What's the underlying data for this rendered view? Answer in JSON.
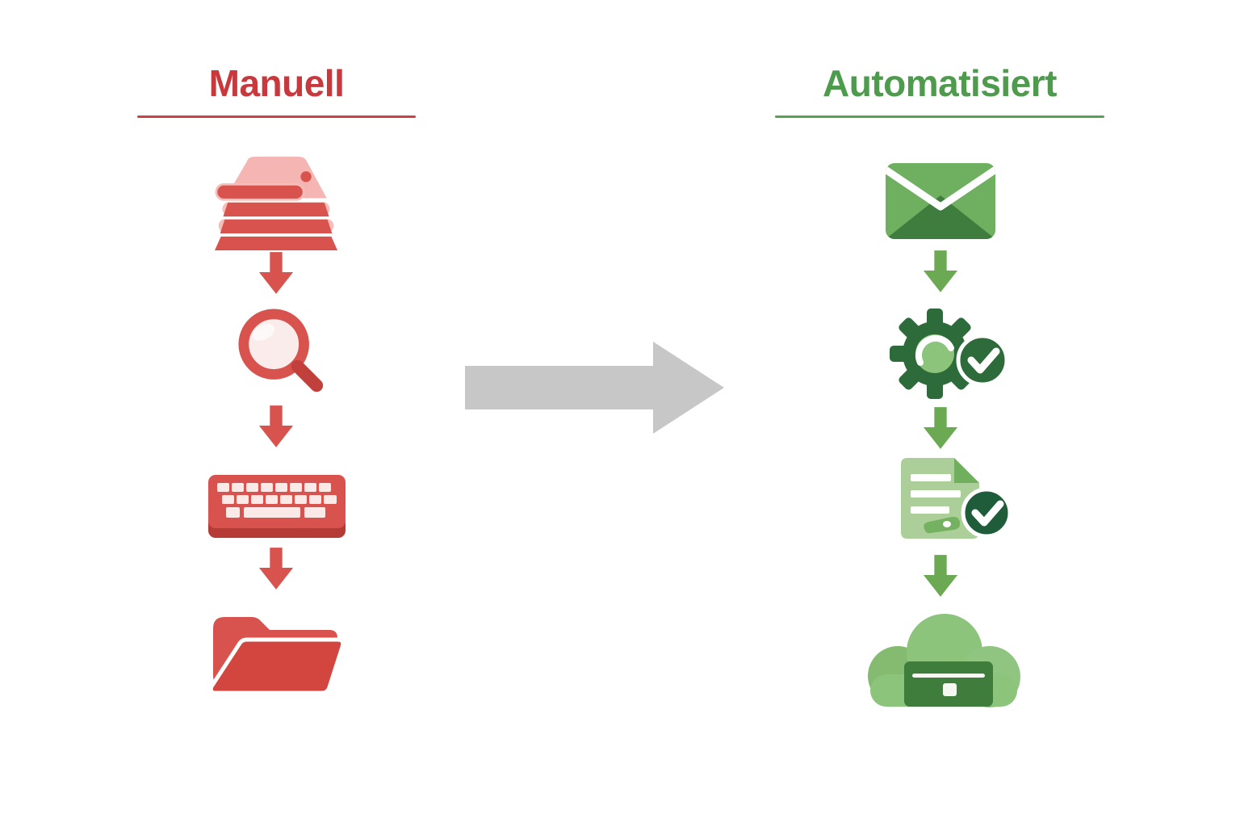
{
  "page": {
    "background_color": "#FFFFFF",
    "type": "comparison-flow-diagram"
  },
  "left_column": {
    "title": "Manuell",
    "title_color": "#C8393E",
    "underline_color": "#CB4146",
    "icon_color": "#D9534E",
    "icon_light_color": "#F5B5B2",
    "steps": [
      {
        "icon": "paper-stack-icon"
      },
      {
        "icon": "magnifier-icon"
      },
      {
        "icon": "keyboard-icon"
      },
      {
        "icon": "open-folder-icon"
      }
    ]
  },
  "right_column": {
    "title": "Automatisiert",
    "title_color": "#4E9B4E",
    "underline_color": "#56A156",
    "icon_color": "#6BA952",
    "icon_dark_color": "#2E6B3A",
    "icon_light_color": "#8CC47C",
    "steps": [
      {
        "icon": "email-envelope-icon"
      },
      {
        "icon": "gear-check-icon"
      },
      {
        "icon": "document-check-icon"
      },
      {
        "icon": "cloud-storage-icon"
      }
    ]
  },
  "transition_arrow": {
    "icon": "right-arrow-icon",
    "color": "#C7C7C7"
  }
}
